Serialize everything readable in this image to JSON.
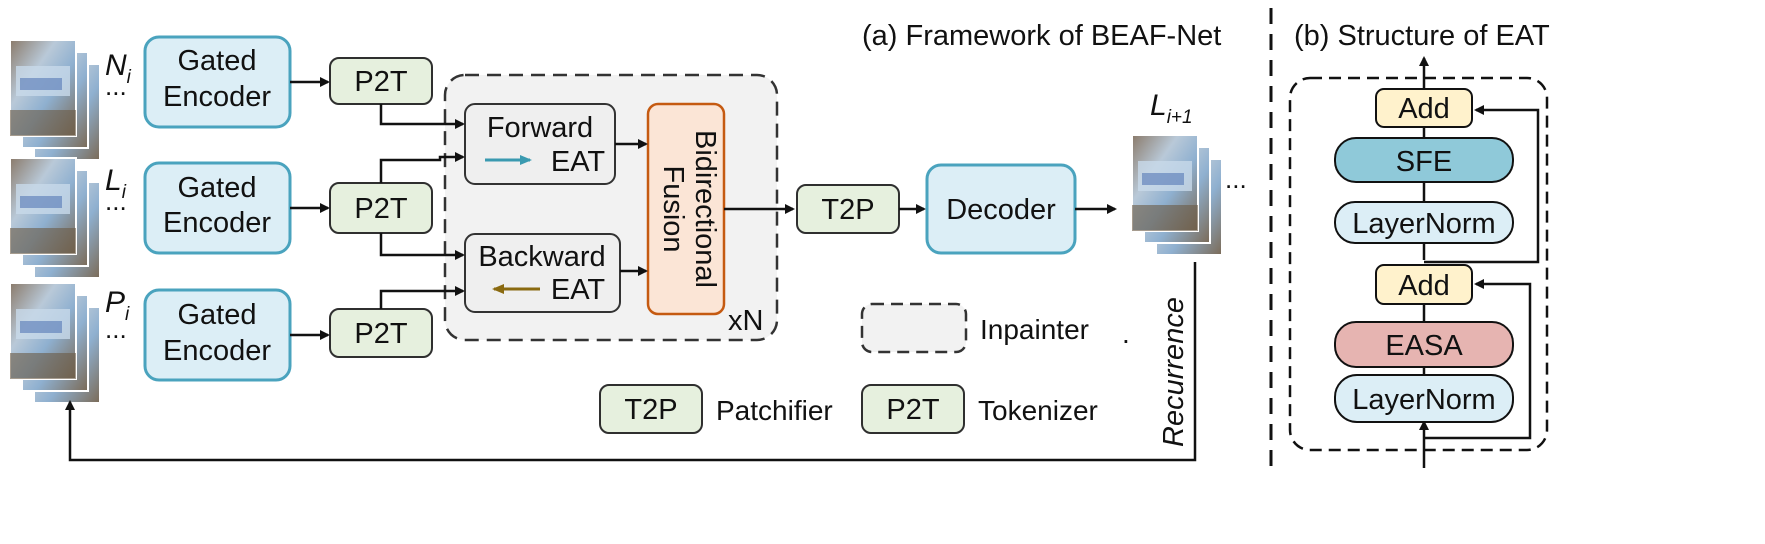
{
  "panels": {
    "a_title": "(a) Framework of BEAF-Net",
    "b_title": "(b) Structure of EAT"
  },
  "inputs": [
    {
      "main": "N",
      "sub": "i"
    },
    {
      "main": "L",
      "sub": "i"
    },
    {
      "main": "P",
      "sub": "i"
    }
  ],
  "output": {
    "main": "L",
    "sub": "i+1"
  },
  "ellipsis": "...",
  "gated_encoder": {
    "line1": "Gated",
    "line2": "Encoder"
  },
  "p2t": "P2T",
  "t2p": "T2P",
  "forward_eat": {
    "line1": "Forward",
    "line2": "EAT"
  },
  "backward_eat": {
    "line1": "Backward",
    "line2": "EAT"
  },
  "fusion": {
    "line1": "Bidirectional",
    "line2": "Fusion"
  },
  "repeat": "xN",
  "decoder": "Decoder",
  "recurrence": "Recurrence",
  "legend": {
    "inpainter": "Inpainter",
    "dot": ".",
    "t2p_box": "T2P",
    "patchifier": "Patchifier",
    "p2t_box": "P2T",
    "tokenizer": "Tokenizer"
  },
  "eat_structure": {
    "add_top": "Add",
    "sfe": "SFE",
    "layernorm_top": "LayerNorm",
    "add_bottom": "Add",
    "easa": "EASA",
    "layernorm_bottom": "LayerNorm"
  },
  "colors": {
    "encoder_fill": "#DCEEF6",
    "encoder_stroke": "#4AA3BE",
    "token_fill": "#E6F0DE",
    "token_stroke": "#2f2f2f",
    "fusion_fill": "#FBE5D6",
    "fusion_stroke": "#C55A11",
    "eat_fill": "#EFEFEF",
    "inpainter_fill": "#F2F2F2",
    "add_fill": "#FFF2CC",
    "sfe_fill": "#8FC9D9",
    "easa_fill": "#E6B4B1",
    "forward_arrow": "#3A9AB0",
    "backward_arrow": "#8A6A10"
  }
}
